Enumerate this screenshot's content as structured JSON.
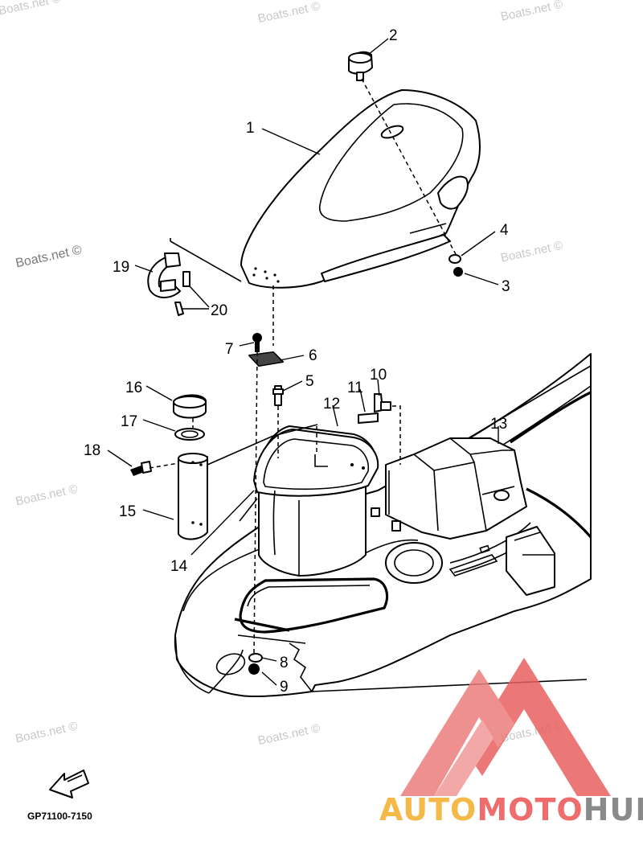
{
  "diagram": {
    "part_code": "GP71100-7150",
    "callouts": [
      "1",
      "2",
      "3",
      "4",
      "5",
      "6",
      "7",
      "8",
      "9",
      "10",
      "11",
      "12",
      "13",
      "14",
      "15",
      "16",
      "17",
      "18",
      "19",
      "20"
    ],
    "watermark": "Boats.net ©",
    "brand": {
      "part1": "AUTO",
      "part2": "MOTO",
      "part3": "HUB"
    },
    "colors": {
      "brand_orange": "#f5b94a",
      "brand_red": "#ee6c6c",
      "brand_gray": "#8a8a8a",
      "logo_red": "#e86060"
    }
  }
}
